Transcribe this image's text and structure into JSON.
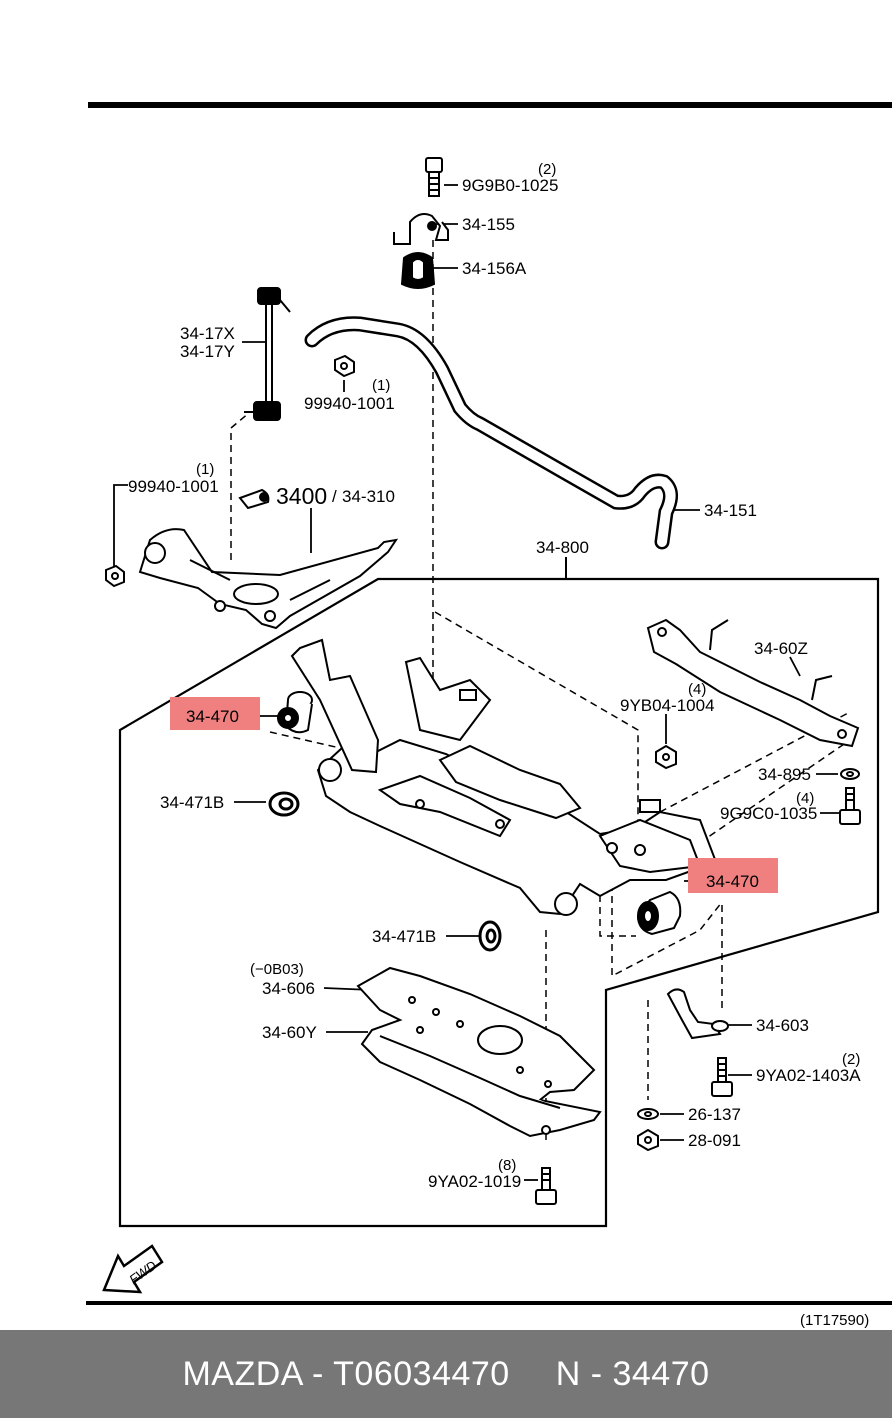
{
  "labels": {
    "bolt_top": "9G9B0-1025",
    "bolt_top_qty": "(2)",
    "bracket": "34-155",
    "bushing_top": "34-156A",
    "link": "34-17X",
    "link_alt": "34-17Y",
    "nut_link": "99940-1001",
    "nut_link_qty": "(1)",
    "nut_arm": "99940-1001",
    "nut_arm_qty": "(1)",
    "arm_main": "3400",
    "arm_sep": "/",
    "arm_alt": "34-310",
    "stab_bar": "34-151",
    "crossmember": "34-800",
    "brace": "34-60Z",
    "nut_brace": "9YB04-1004",
    "nut_brace_qty": "(4)",
    "washer_brace": "34-895",
    "bolt_brace": "9G9C0-1035",
    "bolt_brace_qty": "(4)",
    "bush_left": "34-470",
    "bush_right": "34-470",
    "stopper_left": "34-471B",
    "stopper_lower": "34-471B",
    "plate_note": "(−0B03)",
    "plate": "34-606",
    "plate_lower": "34-60Y",
    "bracket_lower": "34-603",
    "bolt_lower": "9YA02-1403A",
    "bolt_lower_qty": "(2)",
    "washer_lower": "26-137",
    "nut_lower": "28-091",
    "bolt_plate": "9YA02-1019",
    "bolt_plate_qty": "(8)",
    "fwd": "FWD",
    "ref": "(1T17590)"
  },
  "footer": {
    "brand_part": "MAZDA - T06034470",
    "short_part": "N - 34470"
  },
  "colors": {
    "highlight": "#f08080",
    "footer_bg": "#777777"
  }
}
